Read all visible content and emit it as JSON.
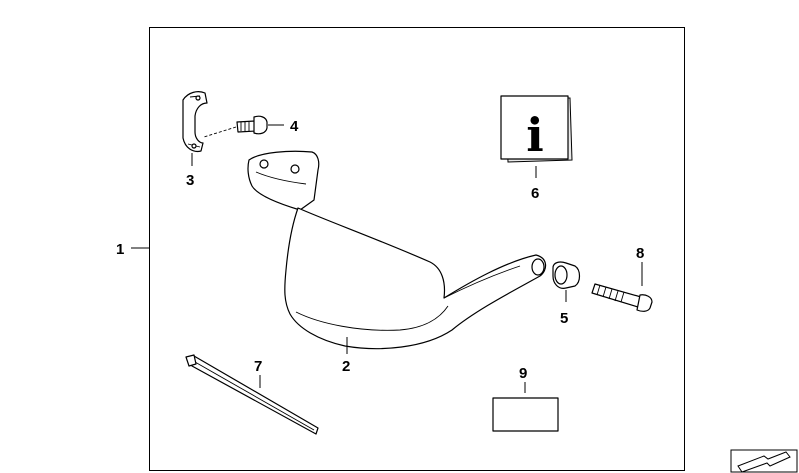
{
  "callouts": {
    "c1": "1",
    "c2": "2",
    "c3": "3",
    "c4": "4",
    "c5": "5",
    "c6": "6",
    "c7": "7",
    "c8": "8",
    "c9": "9"
  },
  "info_glyph": "i",
  "colors": {
    "line": "#000000",
    "background": "#ffffff",
    "shade": "#e9e9e9"
  },
  "icons": {
    "info": "info-booklet-icon",
    "corner": "arrow-corner-icon"
  }
}
